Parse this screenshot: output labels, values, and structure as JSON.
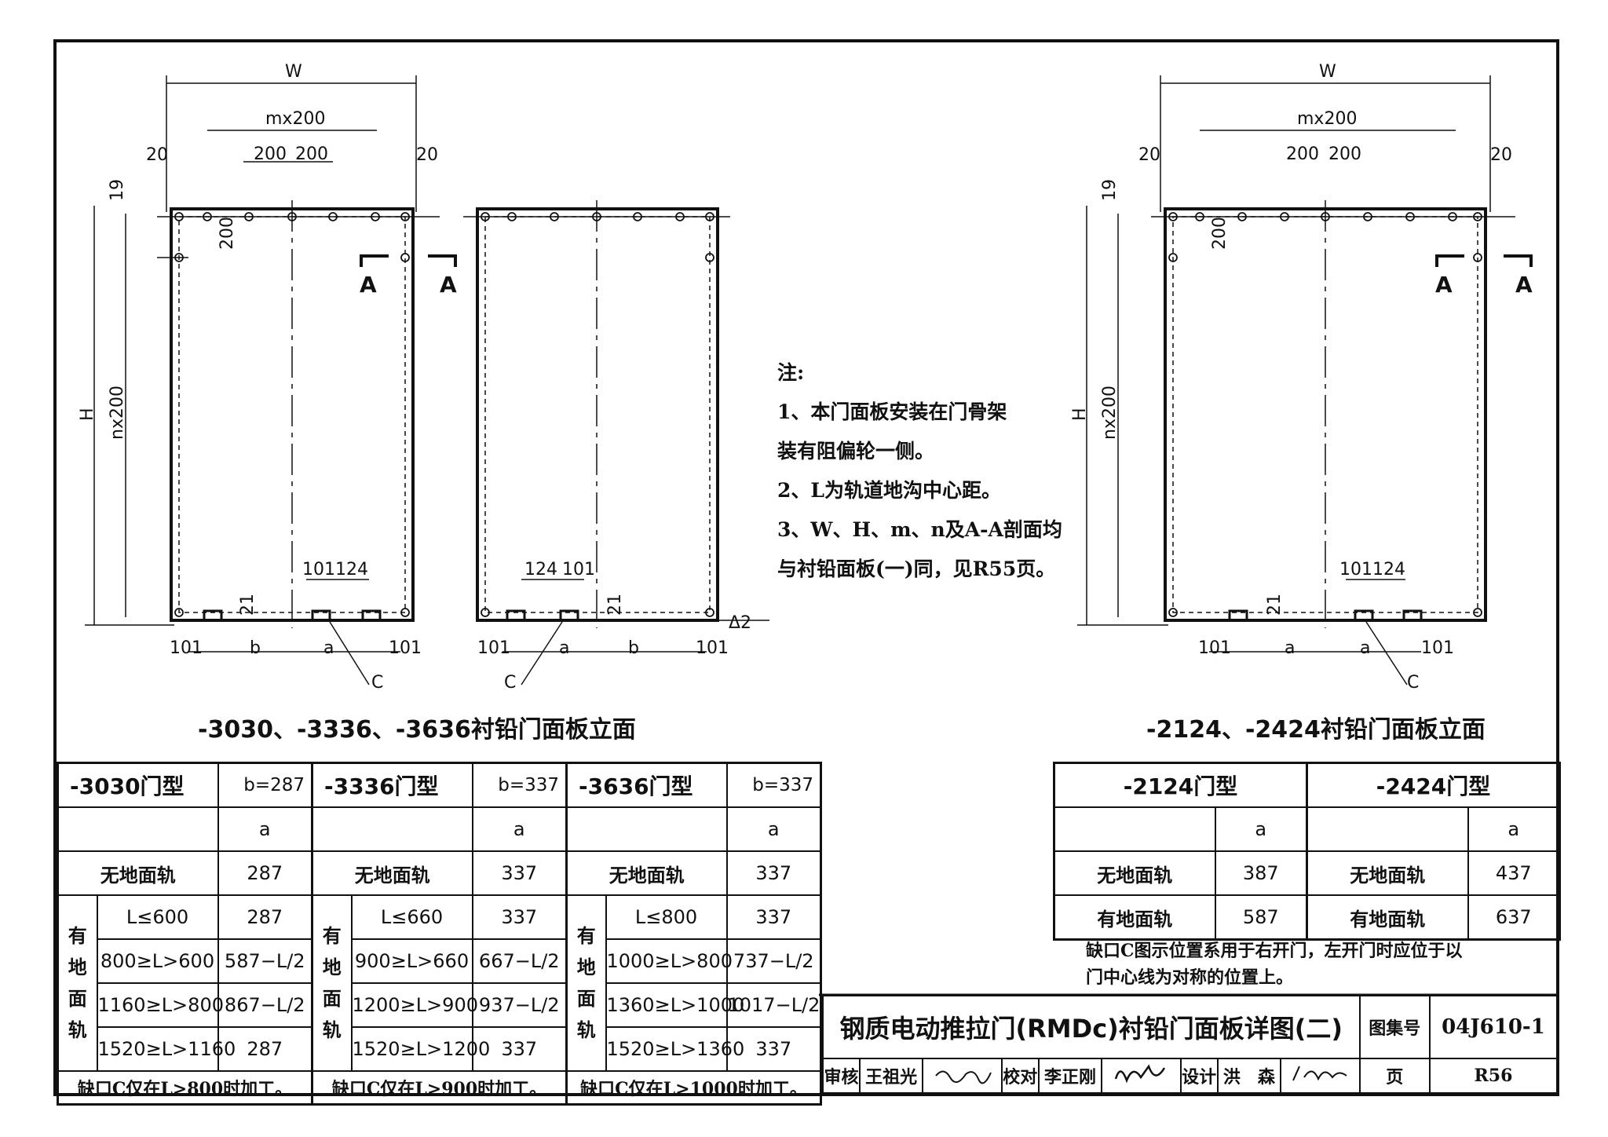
{
  "drawings": {
    "dims": {
      "W": "W",
      "H": "H",
      "m200": "mx200",
      "n200": "nx200",
      "d20": "20",
      "d200": "200",
      "d19": "19",
      "d21": "21",
      "d101": "101",
      "d124": "124",
      "b": "b",
      "a": "a",
      "C": "C",
      "delta2": "Δ2",
      "A": "A"
    },
    "caption_left": "-3030、-3336、-3636衬铅门面板立面",
    "caption_right": "-2124、-2424衬铅门面板立面"
  },
  "notes": {
    "title": "注:",
    "lines": [
      "1、本门面板安装在门骨架",
      "装有阻偏轮一侧。",
      "2、L为轨道地沟中心距。",
      "3、W、H、m、n及A-A剖面均",
      "与衬铅面板(一)同，见R55页。"
    ]
  },
  "tables_left": [
    {
      "type": "-3030门型",
      "b": "b=287",
      "col": "a",
      "no_rail_label": "无地面轨",
      "no_rail": "287",
      "rail_vertical": "有地面轨",
      "rows": [
        {
          "cond": "L≤600",
          "val": "287"
        },
        {
          "cond": "800≥L>600",
          "val": "587−L/2"
        },
        {
          "cond": "1160≥L>800",
          "val": "867−L/2"
        },
        {
          "cond": "1520≥L>1160",
          "val": "287"
        }
      ],
      "footer": "缺口C仅在L>800时加工。"
    },
    {
      "type": "-3336门型",
      "b": "b=337",
      "col": "a",
      "no_rail_label": "无地面轨",
      "no_rail": "337",
      "rail_vertical": "有地面轨",
      "rows": [
        {
          "cond": "L≤660",
          "val": "337"
        },
        {
          "cond": "900≥L>660",
          "val": "667−L/2"
        },
        {
          "cond": "1200≥L>900",
          "val": "937−L/2"
        },
        {
          "cond": "1520≥L>1200",
          "val": "337"
        }
      ],
      "footer": "缺口C仅在L>900时加工。"
    },
    {
      "type": "-3636门型",
      "b": "b=337",
      "col": "a",
      "no_rail_label": "无地面轨",
      "no_rail": "337",
      "rail_vertical": "有地面轨",
      "rows": [
        {
          "cond": "L≤800",
          "val": "337"
        },
        {
          "cond": "1000≥L>800",
          "val": "737−L/2"
        },
        {
          "cond": "1360≥L>1000",
          "val": "1017−L/2"
        },
        {
          "cond": "1520≥L>1360",
          "val": "337"
        }
      ],
      "footer": "缺口C仅在L>1000时加工。"
    }
  ],
  "tables_right": [
    {
      "type": "-2124门型",
      "col": "a",
      "no_rail_label": "无地面轨",
      "no_rail": "387",
      "rail_label": "有地面轨",
      "rail": "587"
    },
    {
      "type": "-2424门型",
      "col": "a",
      "no_rail_label": "无地面轨",
      "no_rail": "437",
      "rail_label": "有地面轨",
      "rail": "637"
    }
  ],
  "right_note": [
    "缺口C图示位置系用于右开门，左开门时应位于以",
    "门中心线为对称的位置上。"
  ],
  "title_block": {
    "title": "钢质电动推拉门(RMDc)衬铅门面板详图(二)",
    "atlas_label": "图集号",
    "atlas_no": "04J610-1",
    "page_label": "页",
    "page_no": "R56",
    "review_label": "审核",
    "reviewer": "王祖光",
    "check_label": "校对",
    "checker": "李正刚",
    "design_label": "设计",
    "designer": "洪　森"
  }
}
